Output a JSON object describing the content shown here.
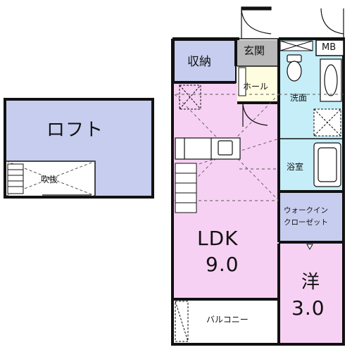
{
  "colors": {
    "loft": "#c7cdee",
    "storage": "#c7cdee",
    "entrance": "#b9b9b9",
    "hall": "#fffde0",
    "ldk": "#f7d1f3",
    "wet": "#c6eef8",
    "closet": "#c7cdee",
    "western": "#f7d1f3",
    "balcony": "#ffffff",
    "wall": "#111111"
  },
  "rooms": {
    "loft": "ロフト",
    "void": "吹抜",
    "storage": "収納",
    "entrance": "玄関",
    "mb": "MB",
    "hall": "ホール",
    "washroom": "洗面",
    "bath": "浴室",
    "walk_in_closet_line1": "ウォークイン",
    "walk_in_closet_line2": "クローゼット",
    "ldk_name": "LDK",
    "ldk_size": "9.0",
    "western_name": "洋",
    "western_size": "3.0",
    "balcony": "バルコニー"
  }
}
